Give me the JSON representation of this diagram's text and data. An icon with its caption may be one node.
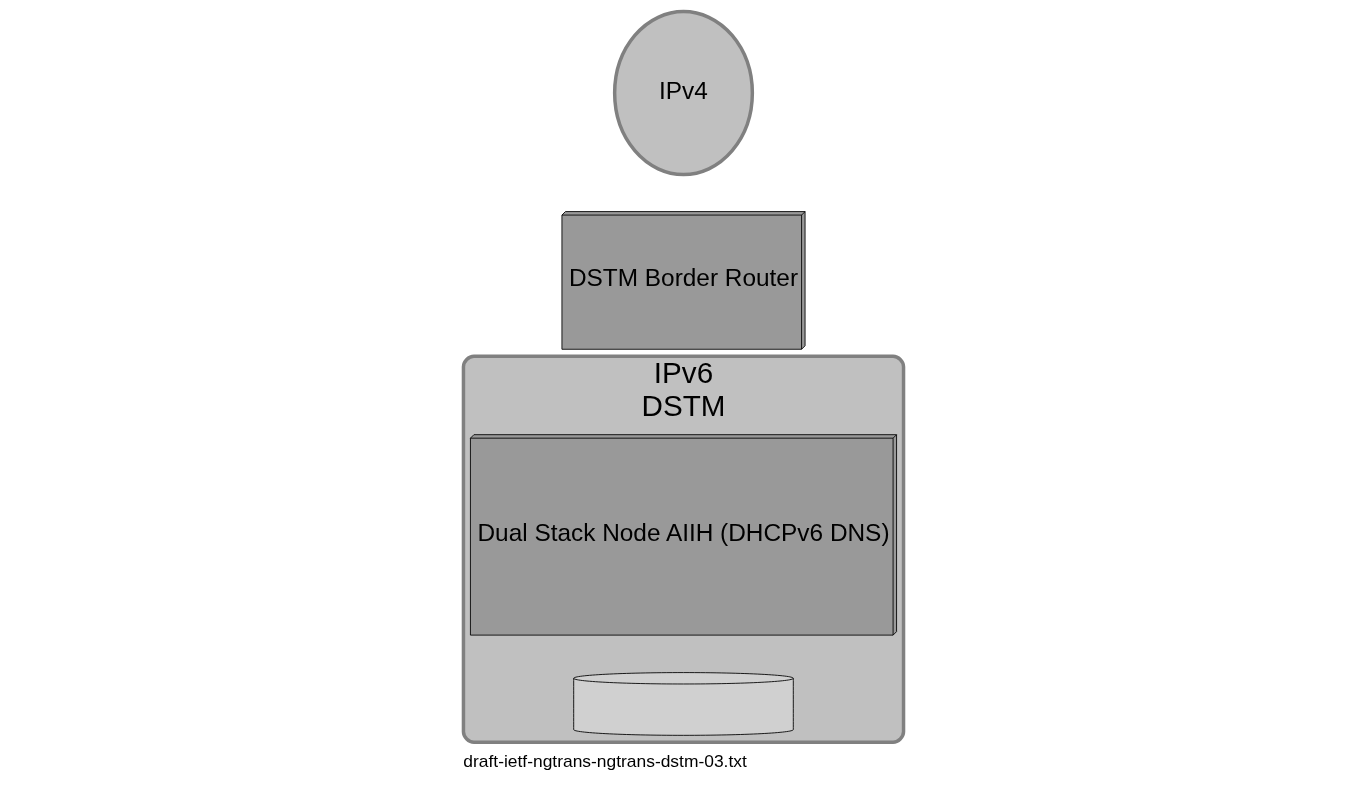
{
  "diagram": {
    "caption": "draft-ietf-ngtrans-ngtrans-dstm-03.txt",
    "nodes": [
      {
        "text": [
          "IPv6",
          "DSTM"
        ]
      },
      {
        "text": [
          "Dual Stack Node AIIH (DHCPv6 DNS)"
        ],
        "in": 0
      },
      {
        "text": [],
        "shape": "cylinder",
        "in": 0
      },
      {
        "text": [
          "DSTM Border Router"
        ]
      },
      {
        "text": [
          "IPv4"
        ]
      }
    ]
  }
}
